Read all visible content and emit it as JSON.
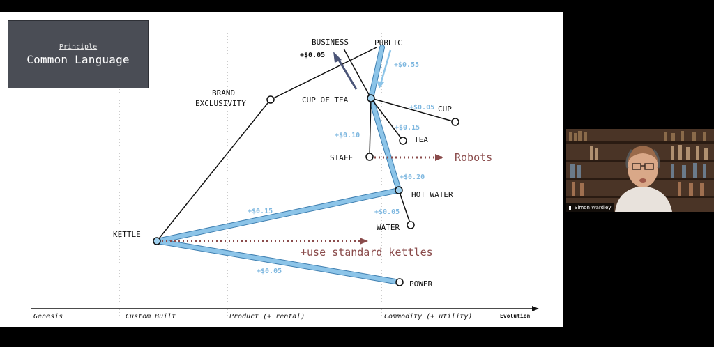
{
  "principle": {
    "kicker": "Principle",
    "title": "Common Language"
  },
  "axis": {
    "stages": [
      "Genesis",
      "Custom Built",
      "Product (+ rental)",
      "Commodity (+ utility)"
    ],
    "label": "Evolution"
  },
  "components": {
    "business": "BUSINESS",
    "public": "PUBLIC",
    "brand": "BRAND",
    "exclusivity": "EXCLUSIVITY",
    "cup_of_tea": "CUP OF TEA",
    "cup": "CUP",
    "tea": "TEA",
    "staff": "STAFF",
    "hot_water": "HOT WATER",
    "water": "WATER",
    "kettle": "KETTLE",
    "power": "POWER"
  },
  "costs": {
    "business": "+$0.05",
    "public": "+$0.55",
    "cup": "+$0.05",
    "tea": "+$0.15",
    "staff": "+$0.10",
    "hot_water": "+$0.20",
    "water": "+$0.05",
    "kettle": "+$0.15",
    "power": "+$0.05"
  },
  "annotations": {
    "robots": "Robots",
    "kettles": "+use standard kettles"
  },
  "video": {
    "participant": "Simon Wardley"
  },
  "colors": {
    "line": "#111111",
    "highlight": "#8cc4e8",
    "highlight_edge": "#3f7fb0",
    "cost_text": "#7fb8e0",
    "annotation": "#8a4b4b",
    "business_arrow": "#4b5578",
    "node_fill": "#ffffff",
    "highlight_node": "#9fd0ee"
  }
}
